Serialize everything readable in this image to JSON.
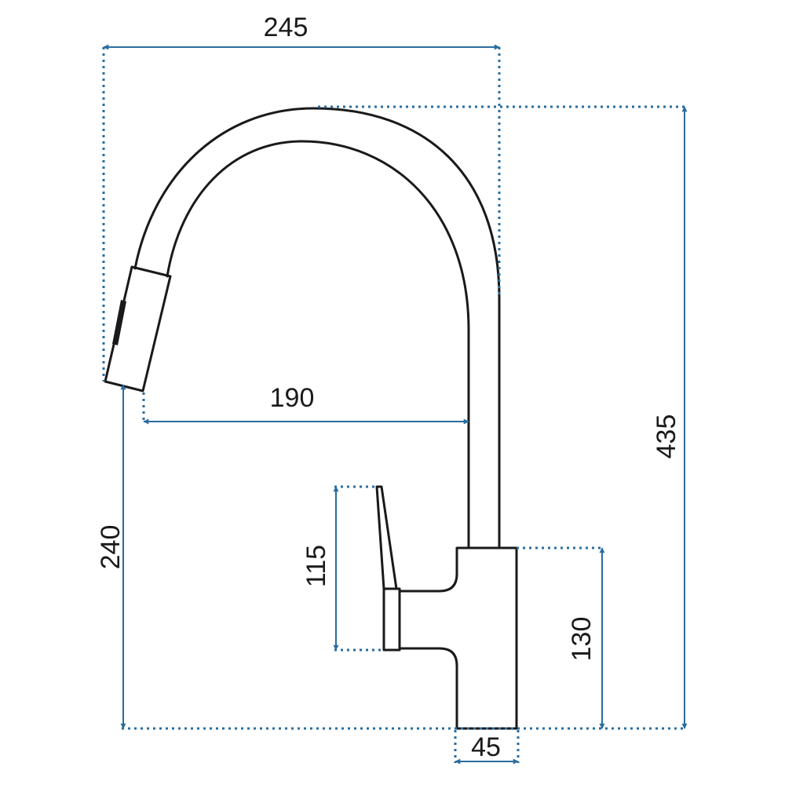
{
  "colors": {
    "dimension": "#2a6d9e",
    "outline": "#1a1a1a",
    "background": "#ffffff"
  },
  "dimensions": {
    "total_reach": "245",
    "total_height": "435",
    "spout_reach": "190",
    "spout_height": "240",
    "lever_height": "115",
    "body_height": "130",
    "base_width": "45"
  }
}
